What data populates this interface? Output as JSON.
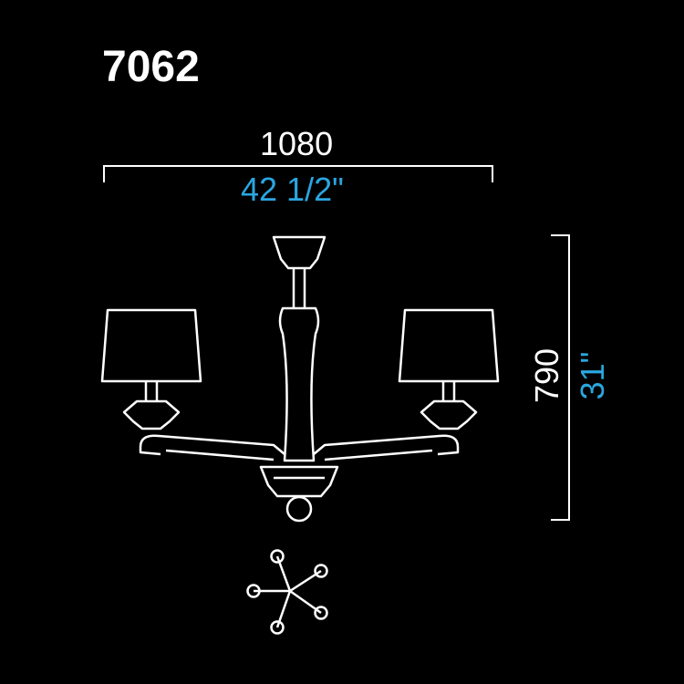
{
  "model": "7062",
  "dimensions": {
    "width_mm": "1080",
    "width_in": "42 1/2\"",
    "height_mm": "790",
    "height_in": "31\""
  },
  "colors": {
    "background": "#000000",
    "line": "#ffffff",
    "imperial": "#2aa6e0"
  },
  "icons": {
    "chandelier": "chandelier-front-view-icon",
    "arm_layout": "five-arm-top-view-icon"
  }
}
